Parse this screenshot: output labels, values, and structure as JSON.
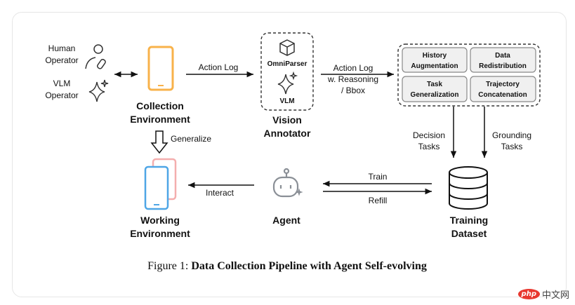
{
  "operators": {
    "human": [
      "Human",
      "Operator"
    ],
    "vlm": [
      "VLM",
      "Operator"
    ]
  },
  "collection_env": [
    "Collection",
    "Environment"
  ],
  "action_log_1": "Action Log",
  "annotator": {
    "tools": [
      "OmniParser",
      "VLM"
    ],
    "label": [
      "Vision",
      "Annotator"
    ]
  },
  "action_log_2": [
    "Action Log",
    "w. Reasoning",
    "/ Bbox"
  ],
  "processing": [
    [
      "History",
      "Augmentation"
    ],
    [
      "Data",
      "Redistribution"
    ],
    [
      "Task",
      "Generalization"
    ],
    [
      "Trajectory",
      "Concatenation"
    ]
  ],
  "decision_tasks": [
    "Decision",
    "Tasks"
  ],
  "grounding_tasks": [
    "Grounding",
    "Tasks"
  ],
  "generalize": "Generalize",
  "working_env": [
    "Working",
    "Environment"
  ],
  "interact": "Interact",
  "agent": "Agent",
  "train": "Train",
  "refill": "Refill",
  "training_dataset": [
    "Training",
    "Dataset"
  ],
  "caption": {
    "prefix": "Figure 1: ",
    "title": "Data Collection Pipeline with Agent Self-evolving"
  },
  "watermark": {
    "logo": "php",
    "text": "中文网"
  },
  "colors": {
    "phone_orange": "#f8b24a",
    "phone_blue": "#4ea6e6",
    "phone_pink": "#f29a9a",
    "proc_fill": "#f0f0f0",
    "icon_gray": "#8a8f96"
  }
}
